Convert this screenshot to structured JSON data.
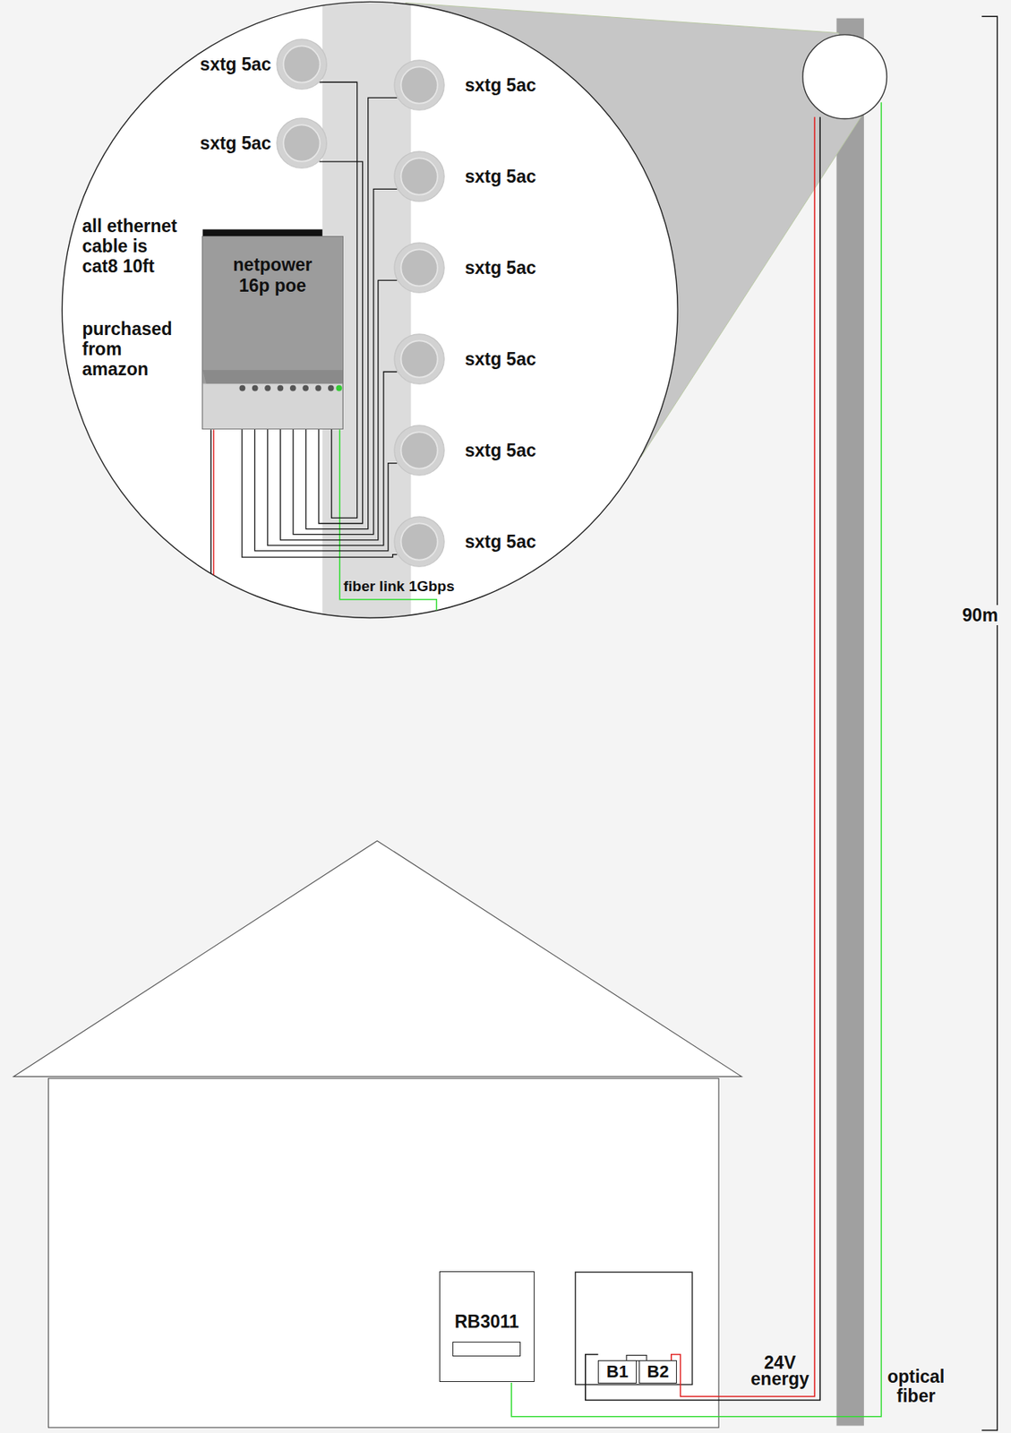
{
  "diagram": {
    "nodes": [
      {
        "text": [
          "sxtg 5ac"
        ]
      },
      {
        "text": [
          "sxtg 5ac"
        ]
      },
      {
        "text": [
          "sxtg 5ac"
        ]
      },
      {
        "text": [
          "sxtg 5ac"
        ]
      },
      {
        "text": [
          "netpower 16p poe"
        ]
      },
      {
        "text": [
          "sxtg 5ac"
        ]
      },
      {
        "text": [
          "sxtg 5ac"
        ]
      },
      {
        "text": [
          "sxtg 5ac"
        ]
      },
      {
        "text": [
          "sxtg 5ac"
        ]
      },
      {
        "text": [
          "RB3011"
        ]
      },
      {
        "text": [
          "B1"
        ]
      },
      {
        "text": [
          "B2"
        ]
      }
    ],
    "edges": [
      {
        "from": 4,
        "to": 0,
        "arrow": "none"
      },
      {
        "from": 4,
        "to": 1,
        "arrow": "none"
      },
      {
        "from": 4,
        "to": 2,
        "arrow": "none"
      },
      {
        "from": 4,
        "to": 3,
        "arrow": "none"
      },
      {
        "from": 4,
        "to": 5,
        "arrow": "none"
      },
      {
        "from": 4,
        "to": 6,
        "arrow": "none"
      },
      {
        "from": 4,
        "to": 7,
        "arrow": "none"
      },
      {
        "from": 4,
        "to": 8,
        "arrow": "none"
      }
    ],
    "labels": [
      "all ethernet cable is cat8 10ft",
      "purchased from amazon",
      "fiber link 1Gbps",
      "90m",
      "24V energy",
      "optical fiber"
    ]
  }
}
